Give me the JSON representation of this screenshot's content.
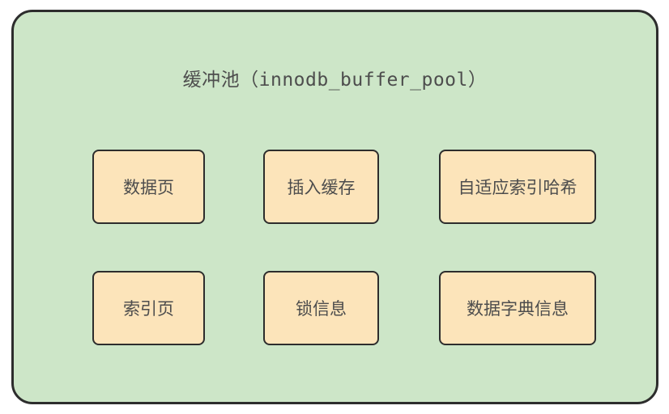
{
  "diagram": {
    "title": "缓冲池（innodb_buffer_pool）",
    "boxes": [
      {
        "label": "数据页"
      },
      {
        "label": "插入缓存"
      },
      {
        "label": "自适应索引哈希"
      },
      {
        "label": "索引页"
      },
      {
        "label": "锁信息"
      },
      {
        "label": "数据字典信息"
      }
    ],
    "colors": {
      "container_fill": "#cde6c8",
      "box_fill": "#fce4ba",
      "border": "#2d2d2d",
      "text": "#4d4d4d",
      "page_background": "#ffffff"
    }
  }
}
